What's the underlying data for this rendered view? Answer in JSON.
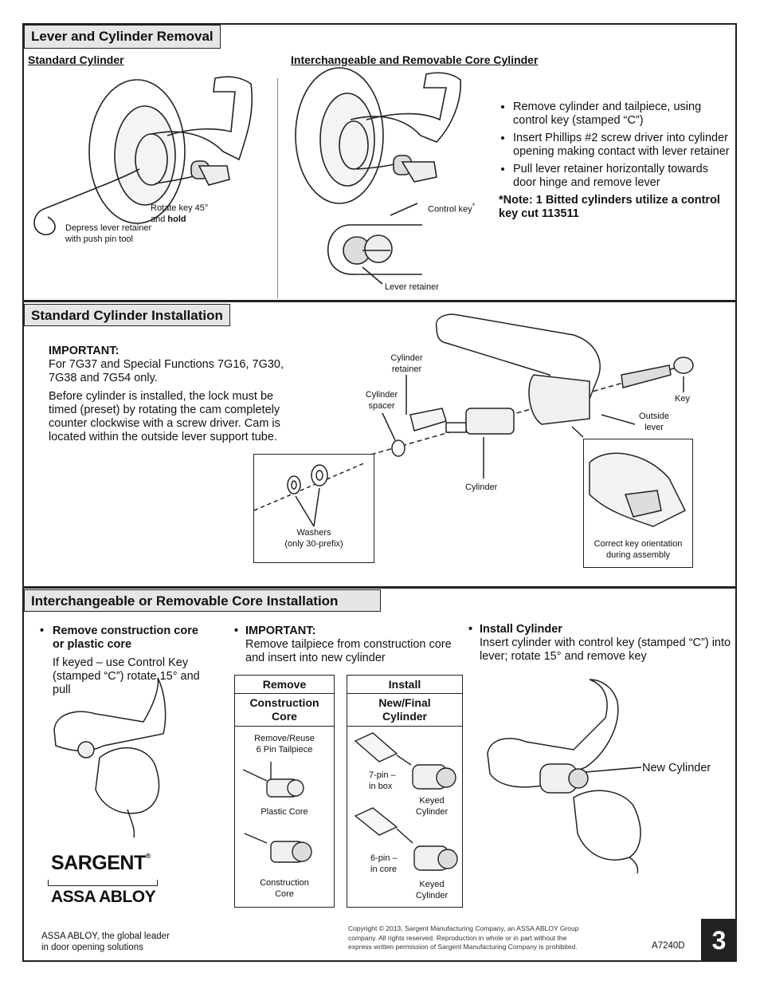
{
  "sections": {
    "removal": {
      "title": "Lever and Cylinder Removal",
      "standard_heading": "Standard Cylinder",
      "ic_heading": "Interchangeable and Removable Core Cylinder",
      "callouts": {
        "rotate_key": "Rotate key 45°",
        "and": "and ",
        "hold": "hold",
        "depress_1": "Depress lever retainer",
        "depress_2": "with push pin tool",
        "control_key": "Control key",
        "asterisk": "*",
        "lever_retainer": "Lever retainer"
      },
      "bullets": [
        "Remove cylinder and tailpiece, using control key (stamped “C”)",
        "Insert Phillips #2 screw driver into cylinder opening making contact with lever retainer",
        "Pull lever retainer horizontally towards door hinge and remove lever"
      ],
      "note": "*Note: 1 Bitted cylinders utilize a control key cut 113511"
    },
    "standard_install": {
      "title": "Standard Cylinder Installation",
      "important_label": "IMPORTANT:",
      "important_text": "For 7G37 and Special Functions 7G16, 7G30, 7G38 and 7G54 only.",
      "paragraph": "Before cylinder is installed, the lock must be timed (preset) by rotating the cam completely counter clockwise with a screw driver. Cam is located within the outside lever support tube.",
      "labels": {
        "cylinder_retainer_1": "Cylinder",
        "cylinder_retainer_2": "retainer",
        "cylinder_spacer_1": "Cylinder",
        "cylinder_spacer_2": "spacer",
        "key": "Key",
        "outside_lever_1": "Outside",
        "outside_lever_2": "lever",
        "cylinder": "Cylinder",
        "washers_1": "Washers",
        "washers_2": "(only 30-prefix)",
        "orientation_1": "Correct key orientation",
        "orientation_2": "during assembly"
      }
    },
    "ic_install": {
      "title": "Interchangeable or Removable Core Installation",
      "step1_title_1": "Remove construction core",
      "step1_title_2": "or plastic core",
      "step1_text": "If keyed – use Control Key (stamped “C”) rotate 15° and pull",
      "step2_title": "IMPORTANT:",
      "step2_text": "Remove tailpiece from construction core and insert into new cylinder",
      "step3_title": "Install Cylinder",
      "step3_text": "Insert cylinder with control key (stamped “C”) into lever; rotate 15° and remove key",
      "table_remove": {
        "header": "Remove",
        "sub_1": "Construction",
        "sub_2": "Core",
        "tailpiece_1": "Remove/Reuse",
        "tailpiece_2": "6 Pin Tailpiece",
        "plastic_core": "Plastic Core",
        "construction_core_1": "Construction",
        "construction_core_2": "Core"
      },
      "table_install": {
        "header": "Install",
        "sub_1": "New/Final",
        "sub_2": "Cylinder",
        "pin7_1": "7-pin –",
        "pin7_2": "in box",
        "pin6_1": "6-pin –",
        "pin6_2": "in core",
        "keyed_1": "Keyed",
        "keyed_2": "Cylinder"
      },
      "new_cylinder": "New Cylinder"
    }
  },
  "footer": {
    "brand": "SARGENT",
    "reg": "®",
    "parent": "ASSA ABLOY",
    "tagline_1": "ASSA ABLOY, the global leader",
    "tagline_2": "in door opening solutions",
    "copyright_1": "Copyright © 2013, Sargent Manufacturing Company, an ASSA ABLOY Group",
    "copyright_2": "company. All rights reserved. Reproduction in whole or in part without the",
    "copyright_3": "express written permission of Sargent Manufacturing Company is prohibited.",
    "doc_code": "A7240D",
    "page_number": "3"
  }
}
